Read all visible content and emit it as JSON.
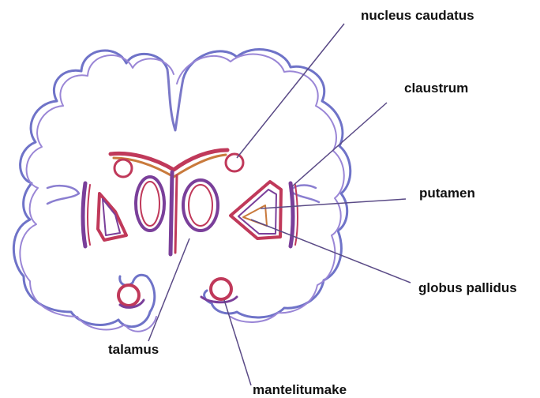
{
  "labels": {
    "nucleus_caudatus": "nucleus caudatus",
    "claustrum": "claustrum",
    "putamen": "putamen",
    "globus_pallidus": "globus pallidus",
    "talamus": "talamus",
    "mantelitumake": "mantelitumake"
  },
  "colors": {
    "background": "#ffffff",
    "cortex_outline_blue": "#6f73c8",
    "cortex_outline_violet": "#9a86d6",
    "structure_red": "#c0395a",
    "structure_purple": "#7a3f9a",
    "structure_orange": "#c97a3c",
    "leader_line": "#5a4a86",
    "label_text": "#111111"
  }
}
